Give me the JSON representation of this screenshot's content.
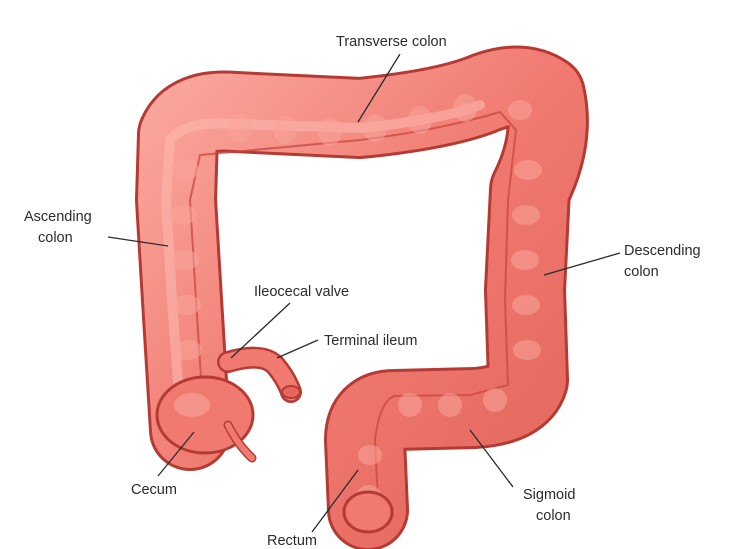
{
  "diagram": {
    "labels": {
      "transverse": "Transverse colon",
      "ascending": [
        "Ascending",
        "colon"
      ],
      "descending": [
        "Descending",
        "colon"
      ],
      "ileocecal": "Ileocecal valve",
      "terminal": "Terminal ileum",
      "cecum": "Cecum",
      "sigmoid": [
        "Sigmoid",
        "colon"
      ],
      "rectum": "Rectum"
    },
    "colors": {
      "tissue": "#f07a70",
      "tissue_light": "#f9a59b",
      "outline": "#b53a33",
      "shadow": "#d85b52",
      "text": "#2b2b2b"
    }
  }
}
